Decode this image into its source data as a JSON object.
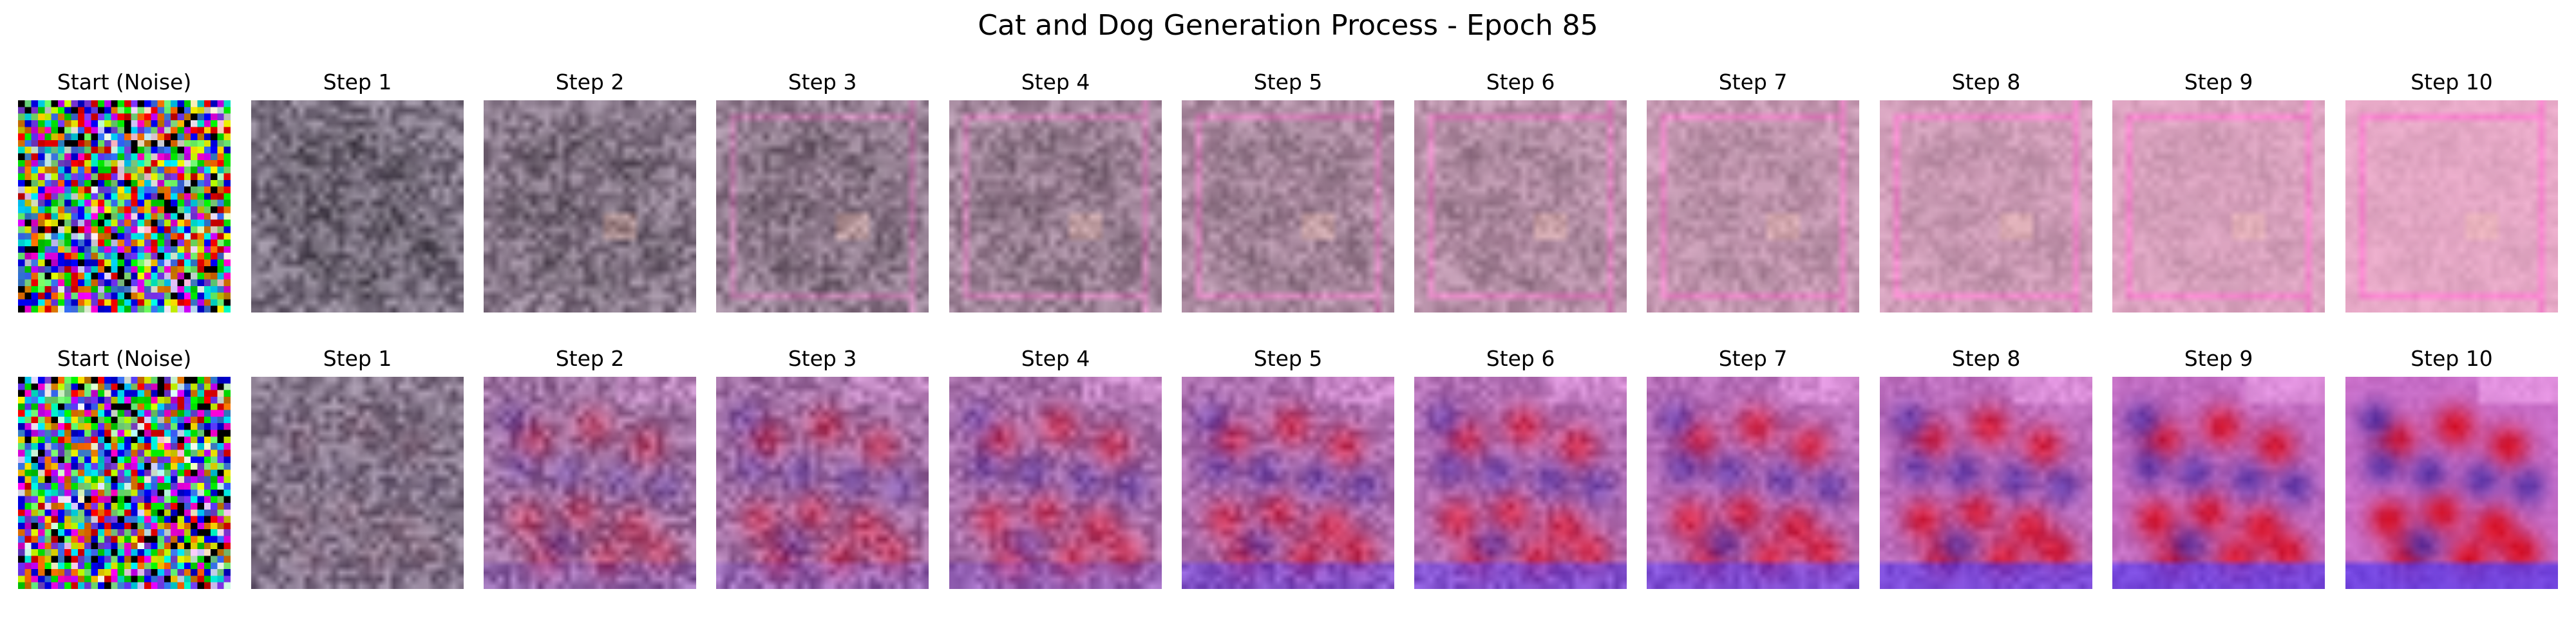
{
  "figure": {
    "title": "Cat and Dog Generation Process - Epoch 85",
    "rows": [
      {
        "panels": [
          {
            "label": "Start (Noise)",
            "kind": "noise"
          },
          {
            "label": "Step 1"
          },
          {
            "label": "Step 2"
          },
          {
            "label": "Step 3"
          },
          {
            "label": "Step 4"
          },
          {
            "label": "Step 5"
          },
          {
            "label": "Step 6"
          },
          {
            "label": "Step 7"
          },
          {
            "label": "Step 8"
          },
          {
            "label": "Step 9"
          },
          {
            "label": "Step 10"
          }
        ]
      },
      {
        "panels": [
          {
            "label": "Start (Noise)",
            "kind": "noise"
          },
          {
            "label": "Step 1"
          },
          {
            "label": "Step 2"
          },
          {
            "label": "Step 3"
          },
          {
            "label": "Step 4"
          },
          {
            "label": "Step 5"
          },
          {
            "label": "Step 6"
          },
          {
            "label": "Step 7"
          },
          {
            "label": "Step 8"
          },
          {
            "label": "Step 9"
          },
          {
            "label": "Step 10"
          }
        ]
      }
    ],
    "colors": {
      "row1_palette": [
        "#e7a7c3",
        "#dc94c4",
        "#f29ac7",
        "#ff7fcf"
      ],
      "row2_palette": [
        "#d8132b",
        "#5d39d8",
        "#a466c8",
        "#f3a7d8"
      ],
      "noise_tones": [
        "#ff0000",
        "#00ff00",
        "#0000ff",
        "#ffff00",
        "#ff00ff",
        "#00ffff",
        "#ffffff",
        "#000000",
        "#7f3fff",
        "#ff7f00",
        "#7fff7f",
        "#3f7fff"
      ]
    }
  }
}
